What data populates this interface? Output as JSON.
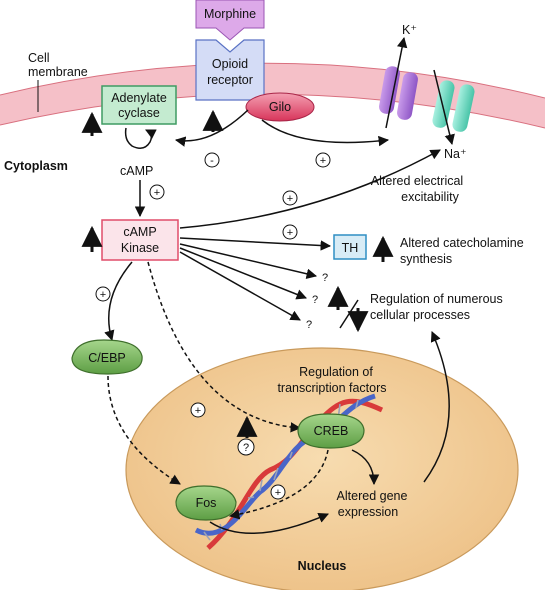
{
  "labels": {
    "cell_membrane_line1": "Cell",
    "cell_membrane_line2": "membrane",
    "cytoplasm": "Cytoplasm",
    "morphine": "Morphine",
    "opioid_receptor_line1": "Opioid",
    "opioid_receptor_line2": "receptor",
    "gilo": "Gilo",
    "adenylate_cyclase_line1": "Adenylate",
    "adenylate_cyclase_line2": "cyclase",
    "camp": "cAMP",
    "camp_kinase_line1": "cAMP",
    "camp_kinase_line2": "Kinase",
    "k_ion": "K⁺",
    "na_ion": "Na⁺",
    "altered_excitability_line1": "Altered electrical",
    "altered_excitability_line2": "excitability",
    "th": "TH",
    "altered_catecholamine_line1": "Altered catecholamine",
    "altered_catecholamine_line2": "synthesis",
    "regulation_processes_line1": "Regulation of numerous",
    "regulation_processes_line2": "cellular processes",
    "cebp": "C/EBP",
    "regulation_tf_line1": "Regulation of",
    "regulation_tf_line2": "transcription factors",
    "creb": "CREB",
    "fos": "Fos",
    "altered_gene_line1": "Altered gene",
    "altered_gene_line2": "expression",
    "nucleus": "Nucleus",
    "question": "?",
    "plus": "+",
    "minus": "-"
  },
  "colors": {
    "membrane": "#f3b3bd",
    "membrane_line": "#d9707f",
    "nucleus": "#f1d09a",
    "adenylate_fill": "#c4ebd0",
    "adenylate_stroke": "#3f9b62",
    "kinase_fill": "#fbe4ea",
    "kinase_stroke": "#e04d6a",
    "th_fill": "#d8ecf6",
    "th_stroke": "#2f8ec4",
    "receptor_fill": "#d4dcf6",
    "morphine_fill": "#dda9e9",
    "gilo_fill": "#e5476a",
    "tf_fill": "#74b55a",
    "k_channel": "#a46ed8",
    "na_channel": "#68d8c2",
    "dna_red": "#d83a3a",
    "dna_blue": "#4a66c8"
  }
}
